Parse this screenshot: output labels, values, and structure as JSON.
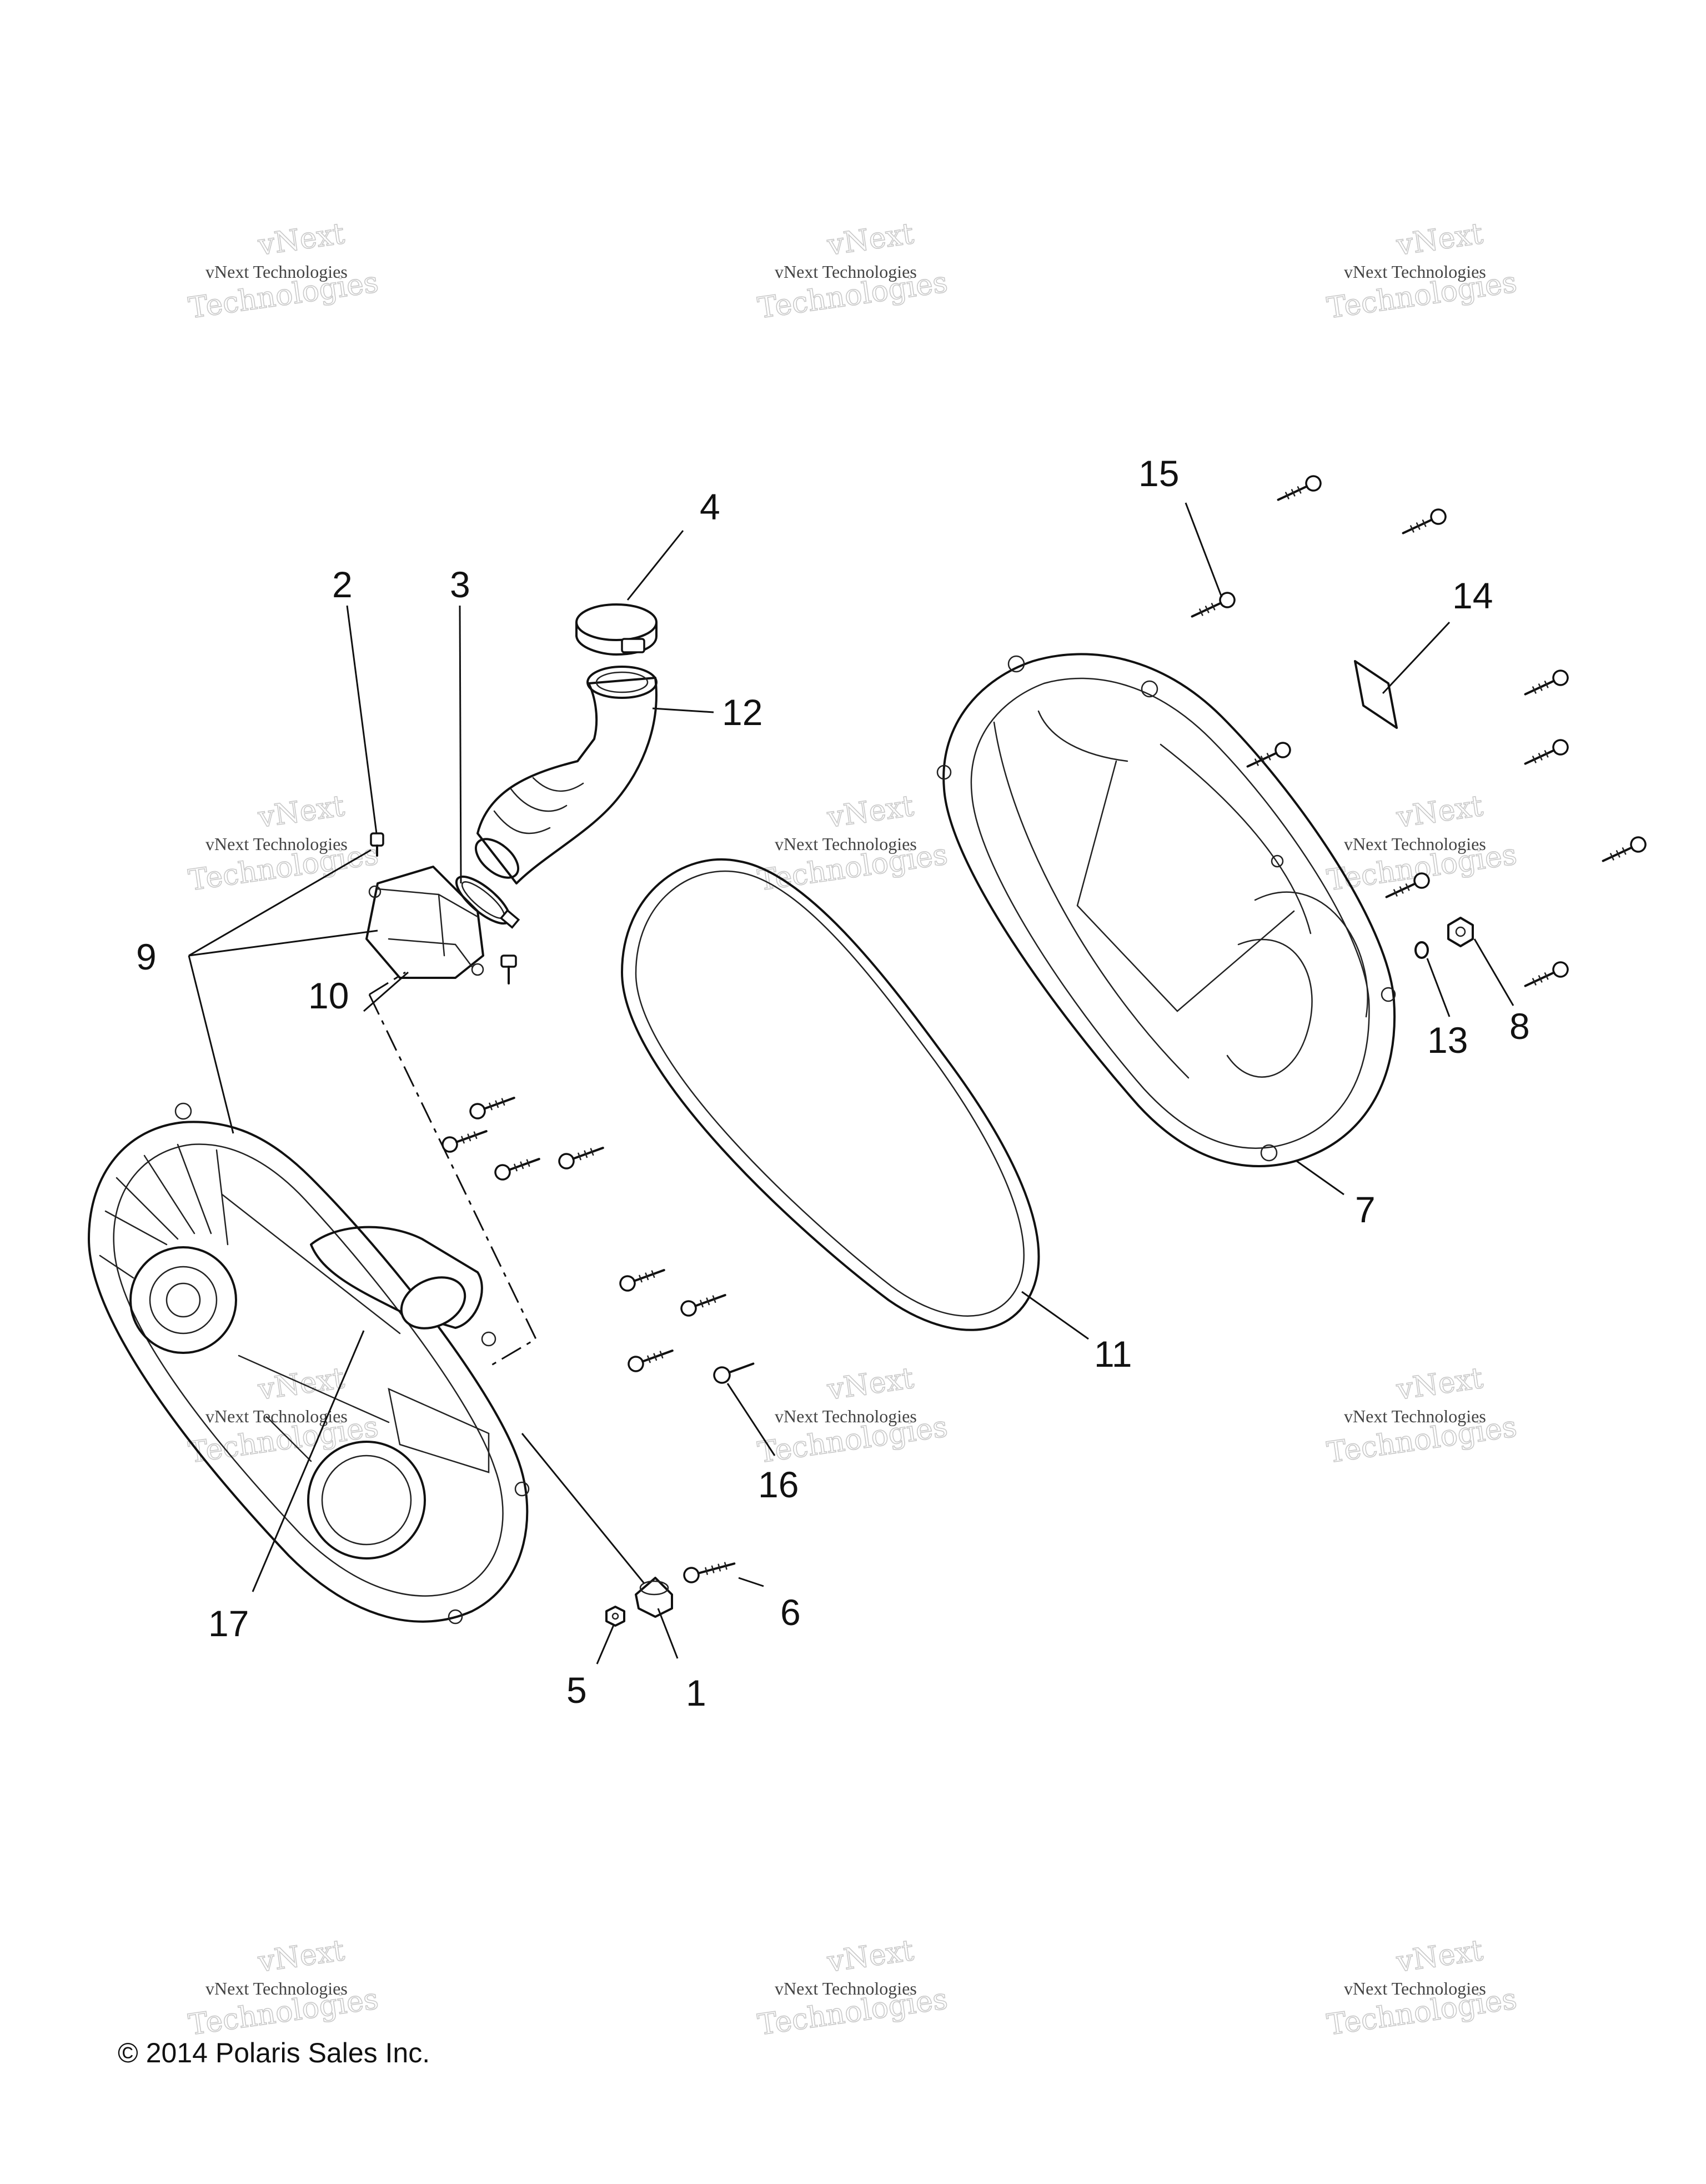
{
  "diagram": {
    "watermark_line1": "vNext Technologies",
    "watermark_line2": "Technologies",
    "watermark_stamp": "vNext",
    "copyright": "© 2014 Polaris Sales Inc.",
    "callouts": {
      "c1": "1",
      "c2": "2",
      "c3": "3",
      "c4": "4",
      "c5": "5",
      "c6": "6",
      "c7": "7",
      "c8": "8",
      "c9": "9",
      "c10": "10",
      "c11": "11",
      "c12": "12",
      "c13": "13",
      "c14": "14",
      "c15": "15",
      "c16": "16",
      "c17": "17"
    }
  }
}
